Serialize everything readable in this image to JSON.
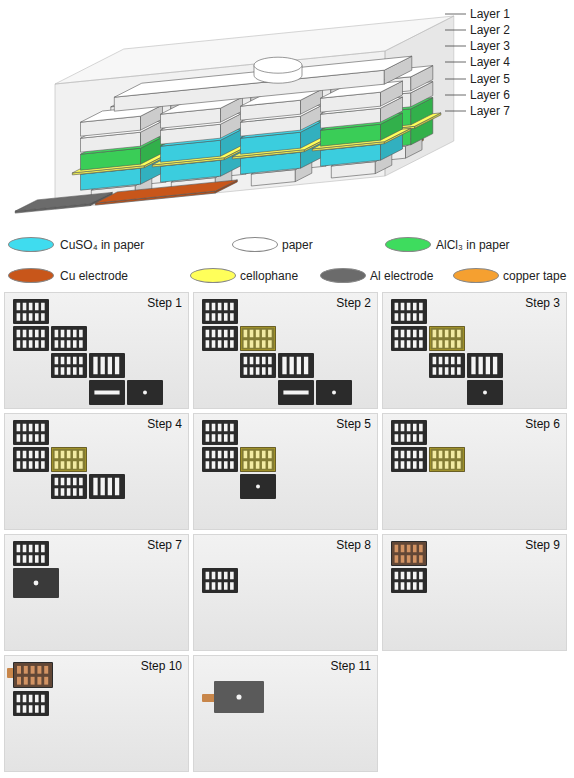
{
  "diagram": {
    "nodes": [
      {
        "text": [
          "Step 1"
        ]
      },
      {
        "text": [
          "Step 2"
        ]
      },
      {
        "text": [
          "Step 3"
        ]
      },
      {
        "text": [
          "Step 4"
        ]
      },
      {
        "text": [
          "Step 5"
        ]
      },
      {
        "text": [
          "Step 6"
        ]
      },
      {
        "text": [
          "Step 7"
        ]
      },
      {
        "text": [
          "Step 8"
        ]
      },
      {
        "text": [
          "Step 9"
        ]
      },
      {
        "text": [
          "Step 10"
        ]
      },
      {
        "text": [
          "Step 11"
        ]
      }
    ],
    "labels": [
      "Layer 1",
      "Layer 2",
      "Layer 3",
      "Layer 4",
      "Layer 5",
      "Layer 6",
      "Layer 7"
    ],
    "legend": [
      {
        "text": "CuSO₄ in paper",
        "color": "#3fdcef"
      },
      {
        "text": "paper",
        "color": "#ffffff"
      },
      {
        "text": "AlCl₃ in paper",
        "color": "#3edc5e"
      },
      {
        "text": "Cu electrode",
        "color": "#c8561a"
      },
      {
        "text": "cellophane",
        "color": "#ffff5a"
      },
      {
        "text": "Al electrode",
        "color": "#6b6b6b"
      },
      {
        "text": "copper tape",
        "color": "#f5a030"
      }
    ]
  }
}
